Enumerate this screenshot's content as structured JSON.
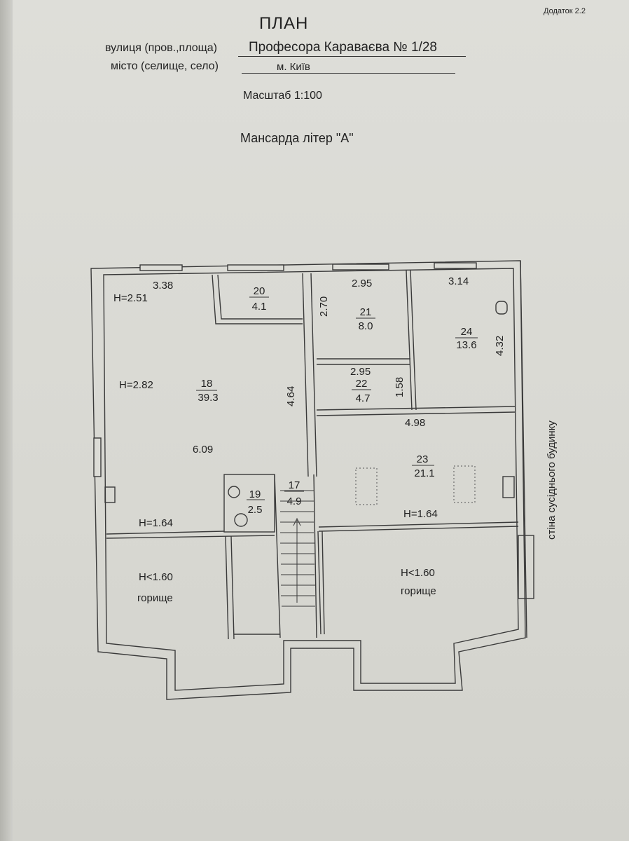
{
  "header": {
    "appendix": "Додаток 2.2",
    "title": "ПЛАН",
    "street_label": "вулиця (пров.,площа)",
    "street_value": "Професора Караваєва № 1/28",
    "city_label": "місто (селище, село)",
    "city_value": "м. Київ",
    "scale": "Масштаб 1:100",
    "floor_title": "Мансарда літер \"А\""
  },
  "plan": {
    "side_label": "стіна сусіднього будинку",
    "rooms": [
      {
        "number": "18",
        "area": "39.3"
      },
      {
        "number": "19",
        "area": "2.5"
      },
      {
        "number": "17",
        "area": "4.9"
      },
      {
        "number": "20",
        "area": "4.1"
      },
      {
        "number": "21",
        "area": "8.0"
      },
      {
        "number": "22",
        "area": "4.7"
      },
      {
        "number": "24",
        "area": "13.6"
      },
      {
        "number": "23",
        "area": "21.1"
      }
    ],
    "dimensions": [
      "3.38",
      "2.95",
      "3.14",
      "2.70",
      "4.32",
      "2.95",
      "1.58",
      "4.64",
      "6.09",
      "4.98"
    ],
    "heights": [
      "H=2.51",
      "H=2.82",
      "H=1.64",
      "H=1.64",
      "H<1.60",
      "H<1.60"
    ],
    "attic": [
      "горище",
      "горище"
    ]
  }
}
